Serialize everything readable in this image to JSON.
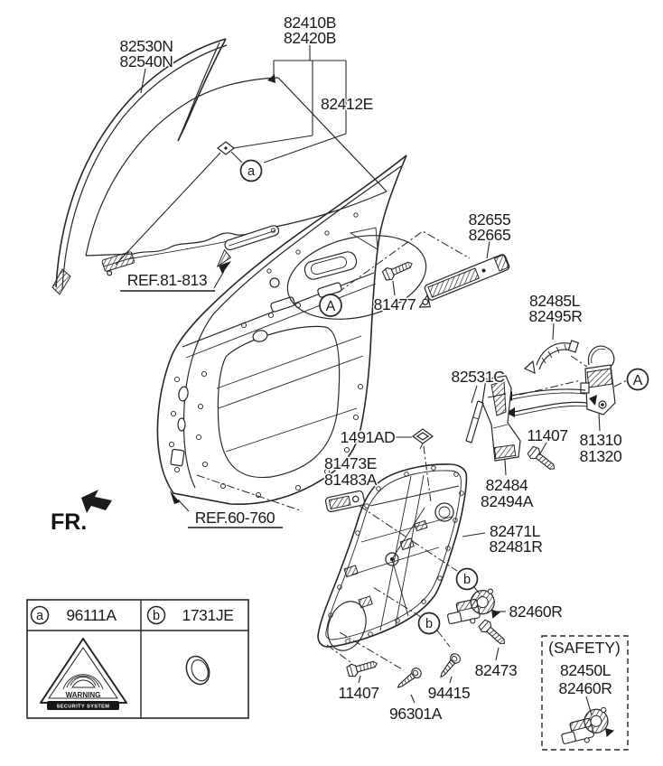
{
  "diagram": {
    "description": "Front door window regulator and glass exploded parts diagram",
    "labels": {
      "glass_run_1": "82530N",
      "glass_run_2": "82540N",
      "door_glass_1": "82410B",
      "door_glass_2": "82420B",
      "glass_grip": "82412E",
      "ref_81813": "REF.81-813",
      "handle_base_1": "82655",
      "handle_base_2": "82665",
      "bolt_81477": "81477",
      "out_handle_1": "82485L",
      "out_handle_2": "82495R",
      "channel_82531c": "82531C",
      "clip_1491ad": "1491AD",
      "checker_1": "81473E",
      "checker_2": "81483A",
      "bolt_11407_mid": "11407",
      "latch_1": "81310",
      "latch_2": "81320",
      "bracket_1": "82484",
      "bracket_2": "82494A",
      "regulator_1": "82471L",
      "regulator_2": "82481R",
      "motor_82460r": "82460R",
      "bolt_82473": "82473",
      "bolt_11407_bot": "11407",
      "screw_94415": "94415",
      "screw_96301a": "96301A",
      "fr": "FR.",
      "ref_60760": "REF.60-760",
      "safety_title": "(SAFETY)",
      "safety_motor_1": "82450L",
      "safety_motor_2": "82460R"
    },
    "callouts": {
      "a": "a",
      "A": "A",
      "b": "b"
    },
    "legend": {
      "a_key": "a",
      "a_value": "96111A",
      "b_key": "b",
      "b_value": "1731JE",
      "sticker_line1": "WARNING",
      "sticker_line2": "SECURITY SYSTEM"
    },
    "colors": {
      "line": "#262626",
      "background": "#ffffff"
    }
  }
}
